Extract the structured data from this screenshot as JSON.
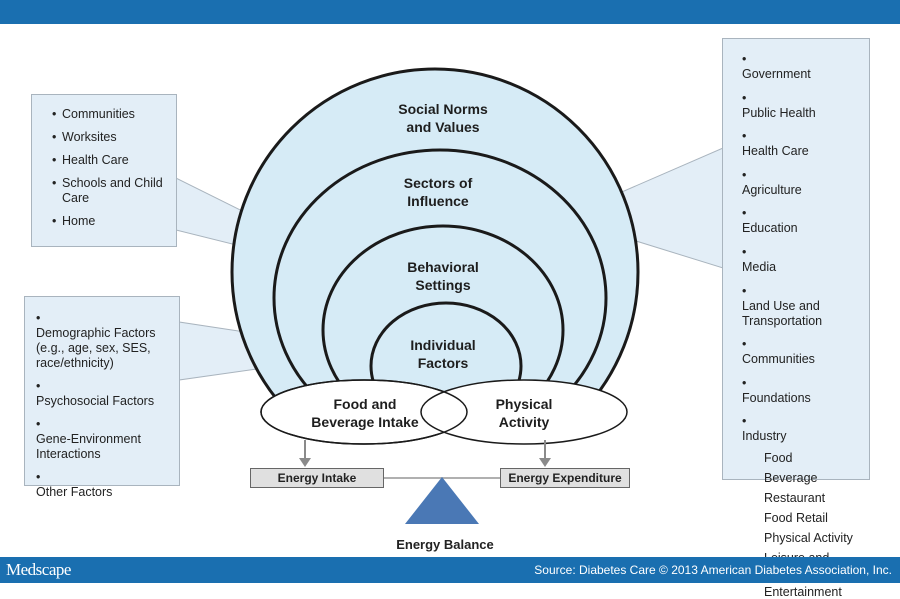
{
  "header": {},
  "footer": {
    "logo": "Medscape",
    "source": "Source: Diabetes Care © 2013 American Diabetes Association, Inc."
  },
  "colors": {
    "bar": "#1a6fb0",
    "circle_fill": "#d6ebf6",
    "panel_fill": "#e3eef7",
    "triangle": "#4a78b5"
  },
  "circles": {
    "social": [
      "Social Norms",
      "and Values"
    ],
    "sectors": [
      "Sectors of",
      "Influence"
    ],
    "behavioral": [
      "Behavioral",
      "Settings"
    ],
    "individual": [
      "Individual",
      "Factors"
    ]
  },
  "ovals": {
    "food": [
      "Food and",
      "Beverage Intake"
    ],
    "physical": [
      "Physical",
      "Activity"
    ]
  },
  "left_top_panel": {
    "bullet": "•",
    "items": [
      "Communities",
      "Worksites",
      "Health Care",
      "Schools and Child Care",
      "Home"
    ]
  },
  "left_bottom_panel": {
    "bullet": "•",
    "items": [
      "Demographic Factors (e.g., age, sex, SES, race/ethnicity)",
      "Psychosocial Factors",
      "Gene-Environment Interactions",
      "Other Factors"
    ]
  },
  "right_panel": {
    "bullet": "•",
    "items": [
      "Government",
      "Public Health",
      "Health Care",
      "Agriculture",
      "Education",
      "Media",
      "Land Use and Transportation",
      "Communities",
      "Foundations",
      "Industry"
    ],
    "industry_sub": [
      "Food",
      "Beverage",
      "Restaurant",
      "Food Retail",
      "Physical Activity",
      "Leisure and Recreation",
      "Entertainment"
    ]
  },
  "energy": {
    "intake": "Energy Intake",
    "expenditure": "Energy Expenditure",
    "balance": "Energy Balance"
  }
}
